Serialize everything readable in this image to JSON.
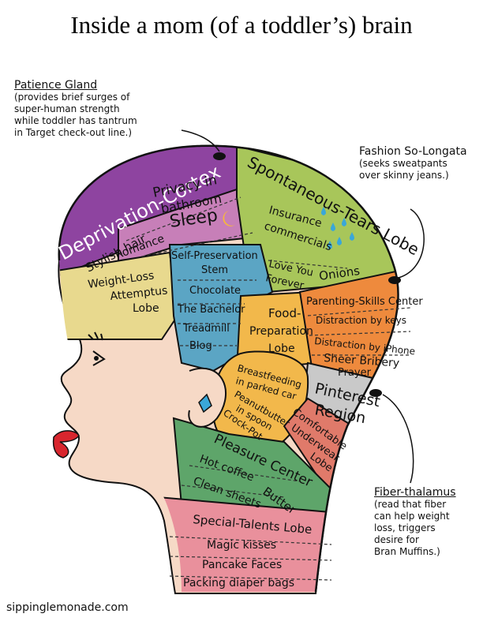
{
  "title": "Inside a mom (of a toddler’s) brain",
  "footer": "sippinglemonade.com",
  "notes": {
    "patience": {
      "heading": "Patience Gland",
      "lines": [
        "(provides brief surges of",
        "super-human strength",
        "while toddler has tantrum",
        "in Target check-out line.)"
      ]
    },
    "fashion": {
      "heading": "Fashion So-Longata",
      "lines": [
        "(seeks sweatpants",
        "over skinny jeans.)"
      ]
    },
    "fiber": {
      "heading": "Fiber-thalamus",
      "lines": [
        "(read that fiber",
        "can help weight",
        "loss, triggers",
        "desire for",
        "Bran Muffins.)"
      ]
    }
  },
  "regions": {
    "deprivation": "Deprivation-Cortex",
    "stylish_hair": "Stylish hair",
    "romance": "Romance",
    "privacy": [
      "Privacy in",
      "bathroom"
    ],
    "sleep": "Sleep",
    "spontaneous": "Spontaneous-Tears Lobe",
    "insurance": [
      "Insurance",
      "commercials"
    ],
    "love_you": [
      "Love You",
      "Forever"
    ],
    "onions": "Onions",
    "weight_loss": [
      "Weight-Loss",
      "Attemptus",
      "Lobe"
    ],
    "self_preservation": [
      "Self-Preservation",
      "Stem"
    ],
    "chocolate": "Chocolate",
    "bachelor": "The Bachelor",
    "treadmill": "Treadmill",
    "blog": "Blog",
    "food_prep": [
      "Food-",
      "Preparation",
      "Lobe"
    ],
    "parenting": "Parenting-Skills Center",
    "distraction_keys": "Distraction by keys",
    "distraction_iphone": "Distraction by iPhone",
    "sheer_bribery": "Sheer Bribery",
    "prayer": "Prayer",
    "pinterest": [
      "Pinterest",
      "Region"
    ],
    "breastfeeding": [
      "Breastfeeding",
      "in parked car"
    ],
    "peanutbutter": [
      "Peanutbutter",
      "in spoon"
    ],
    "crockpot": "Crock-Pot",
    "comfortable": [
      "Comfortable",
      "Underwear",
      "Lobe"
    ],
    "pleasure": "Pleasure Center",
    "hot_coffee": "Hot coffee",
    "butter": "Butter",
    "clean_sheets": "Clean sheets",
    "special_talents": "Special-Talents Lobe",
    "magic_kisses": "Magic kisses",
    "pancake_faces": "Pancake Faces",
    "packing": "Packing diaper bags"
  },
  "colors": {
    "deprivation": "#8e44a0",
    "privacy": "#c77fb8",
    "spontaneous": "#a8c65a",
    "weight_loss": "#e8d98e",
    "self_preservation": "#5ba5c4",
    "food_prep": "#f2b84b",
    "parenting": "#ee8a3d",
    "pinterest": "#c9c9c9",
    "comfortable": "#e07a6a",
    "pleasure": "#5ea56a",
    "special_talents": "#e9909c",
    "skin": "#f6d9c6",
    "lips": "#d8262e",
    "earring": "#3aa7d8"
  }
}
